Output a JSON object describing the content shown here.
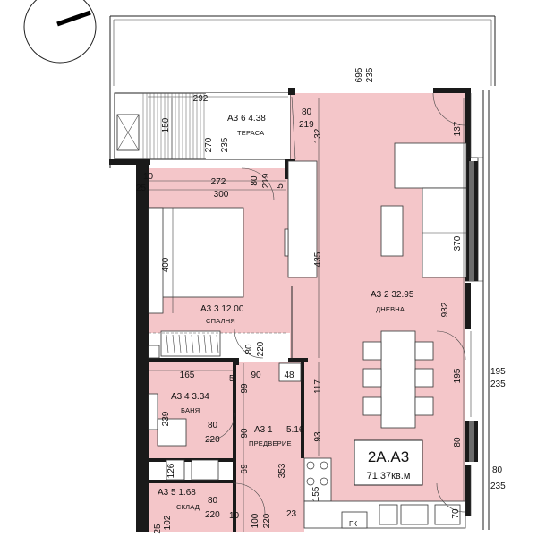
{
  "colors": {
    "room_fill": "#f4c6c9",
    "terrace_fill": "#ffffff",
    "wall": "#1a1a1a",
    "window": "#6b6b6b",
    "text": "#111111"
  },
  "compass": {
    "icon": "north-arrow-icon"
  },
  "apartment": {
    "code": "2А.А3",
    "area": "71.37кв.м"
  },
  "rooms": {
    "terrace": {
      "code": "А3 6",
      "area": "4.38",
      "name": "ТЕРАСА"
    },
    "bedroom": {
      "code": "А3 3",
      "area": "12.00",
      "name": "СПАЛНЯ"
    },
    "living": {
      "code": "А3 2",
      "area": "32.95",
      "name": "ДНЕВНА"
    },
    "bathroom": {
      "code": "А3 4",
      "area": "3.34",
      "name": "БАНЯ"
    },
    "hall": {
      "code": "А3 1",
      "area": "5.16",
      "name": "ПРЕДВЕРИЕ"
    },
    "storage": {
      "code": "А3 5",
      "area": "1.68",
      "name": "СКЛАД"
    }
  },
  "appliance_label": "ГК",
  "dimensions": {
    "terrace_width": "292",
    "terrace_depth": "150",
    "terrace_door_h1": "270",
    "terrace_door_h2": "235",
    "terrace_door_w1": "80",
    "terrace_door_w2": "219",
    "top_window_w": "695",
    "top_window_h": "235",
    "living_top_gap": "132",
    "right_top": "137",
    "bedroom_top_a": "272",
    "bedroom_top_b": "300",
    "bedroom_door_w1": "80",
    "bedroom_door_w2": "219",
    "small_10": "10",
    "small_25": "25",
    "small_5": "5",
    "bedroom_height": "400",
    "wall_435": "435",
    "living_right_370": "370",
    "living_932": "932",
    "closet_door_w1": "80",
    "closet_door_w2": "220",
    "bath_width": "165",
    "hall_90": "90",
    "hall_48": "48",
    "small_5b": "5",
    "hall_99": "99",
    "hall_117": "117",
    "right_195": "195",
    "win_195": "195",
    "win_235a": "235",
    "bath_239": "239",
    "bath_door_w1": "80",
    "bath_door_w2": "220",
    "hall_90b": "90",
    "hall_93": "93",
    "right_80": "80",
    "hall_69": "69",
    "hall_353": "353",
    "small_126": "126",
    "win_80": "80",
    "win_235b": "235",
    "storage_door_w1": "80",
    "storage_door_w2": "220",
    "small_25b": "25",
    "small_102": "102",
    "small_10b": "10",
    "entry_100": "100",
    "entry_220": "220",
    "small_23": "23",
    "small_155": "155",
    "bottom_70": "70"
  }
}
